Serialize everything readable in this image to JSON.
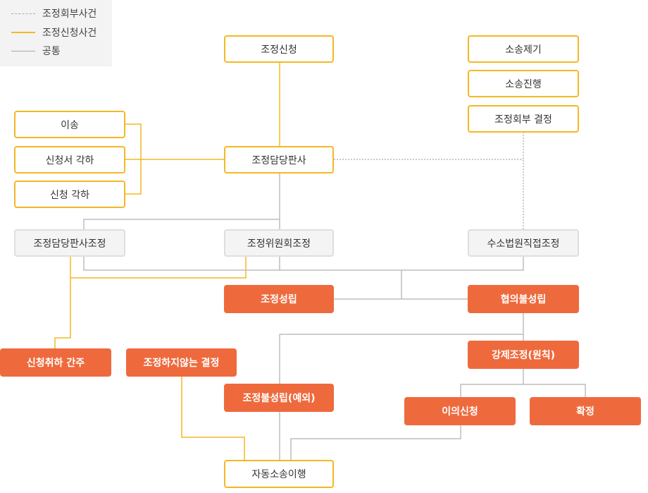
{
  "colors": {
    "yellow": "#f4b824",
    "gray": "#bdbdbd",
    "orange": "#ee6a3d",
    "neutral_box": "#f4f4f4"
  },
  "legend": {
    "referral": "조정회부사건",
    "application": "조정신청사건",
    "common": "공통"
  },
  "nodes": {
    "mediation_application": "조정신청",
    "lawsuit_filed": "소송제기",
    "lawsuit_proceeding": "소송진행",
    "referral_decision": "조정회부 결정",
    "transfer": "이송",
    "petition_dismissal": "신청서 각하",
    "application_dismissal": "신청 각하",
    "judge_in_charge": "조정담당판사",
    "judge_mediation": "조정담당판사조정",
    "committee_mediation": "조정위원회조정",
    "court_direct_mediation": "수소법원직접조정",
    "mediation_success": "조정성립",
    "agreement_failure": "협의불성립",
    "deemed_withdrawal": "신청취하 간주",
    "no_mediation_decision": "조정하지않는 결정",
    "compulsory_mediation": "강제조정(원칙)",
    "mediation_failure": "조정불성립(예외)",
    "objection": "이의신청",
    "finalization": "확정",
    "auto_litigation": "자동소송이행"
  }
}
